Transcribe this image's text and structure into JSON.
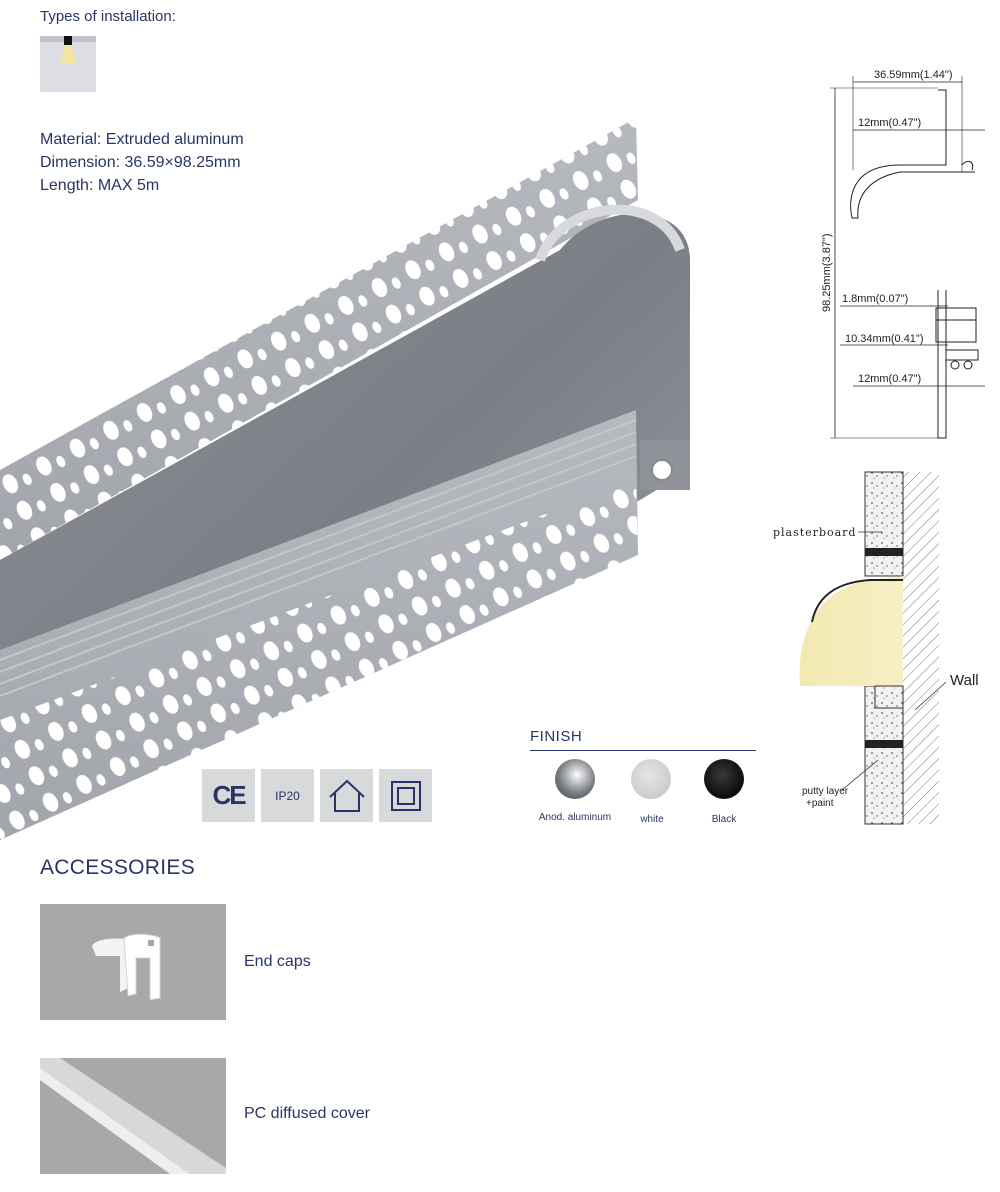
{
  "installation": {
    "title": "Types of installation:"
  },
  "specs": {
    "material": "Material: Extruded aluminum",
    "dimension": "Dimension: 36.59×98.25mm",
    "length": "Length: MAX 5m"
  },
  "certifications": [
    {
      "icon": "ce-mark-icon",
      "label": "CE"
    },
    {
      "icon": "ip20-icon",
      "label": "IP20"
    },
    {
      "icon": "indoor-house-icon",
      "label": ""
    },
    {
      "icon": "class-ii-square-icon",
      "label": ""
    }
  ],
  "finish": {
    "title": "FINISH",
    "options": [
      {
        "label": "Anod. aluminum",
        "color": "#9b9da1"
      },
      {
        "label": "white",
        "color": "#d4d5d7"
      },
      {
        "label": "Black",
        "color": "#111111"
      }
    ]
  },
  "dimensions": {
    "width": "36.59mm(1.44\")",
    "top_flange": "12mm(0.47\")",
    "height": "98.25mm(3.87\")",
    "slot_depth": "1.8mm(0.07\")",
    "slot_width": "10.34mm(0.41\")",
    "bottom_flange": "12mm(0.47\")"
  },
  "install_diagram": {
    "plasterboard": "plasterboard",
    "wall": "Wall",
    "putty_line1": "putty layer",
    "putty_line2": "+paint"
  },
  "accessories": {
    "title": "ACCESSORIES",
    "items": [
      {
        "label": "End caps"
      },
      {
        "label": "PC diffused cover"
      }
    ]
  }
}
